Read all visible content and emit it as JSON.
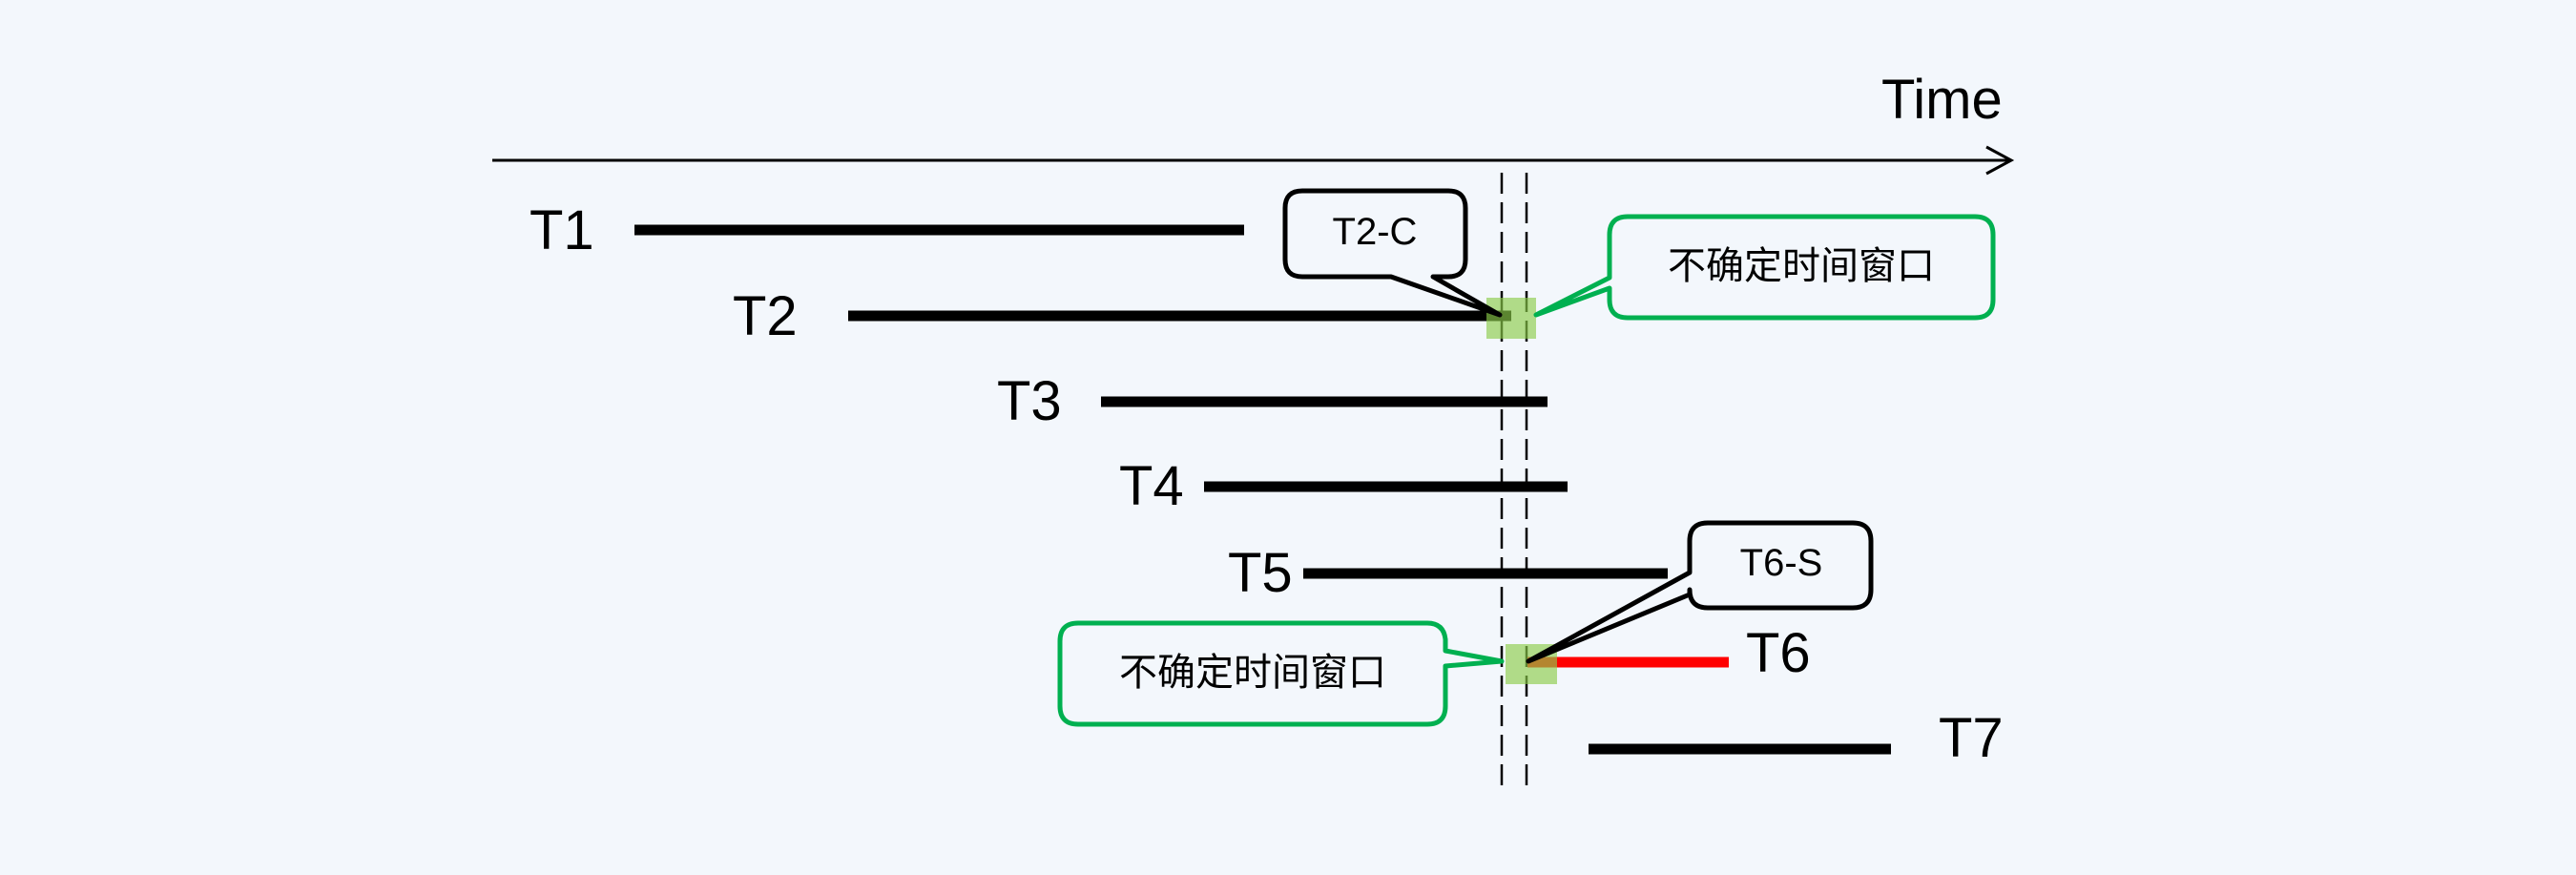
{
  "axis": {
    "label": "Time"
  },
  "colors": {
    "background": "#f3f7fc",
    "bar": "#000000",
    "highlight_bar": "#ff0000",
    "window": "#a8d97a",
    "callout_green": "#00b050",
    "callout_black": "#000000"
  },
  "transactions": [
    {
      "id": "T1",
      "label": "T1",
      "start": 665,
      "end": 1304,
      "color": "#000000"
    },
    {
      "id": "T2",
      "label": "T2",
      "start": 889,
      "end": 1584,
      "color": "#000000"
    },
    {
      "id": "T3",
      "label": "T3",
      "start": 1154,
      "end": 1622,
      "color": "#000000"
    },
    {
      "id": "T4",
      "label": "T4",
      "start": 1262,
      "end": 1643,
      "color": "#000000"
    },
    {
      "id": "T5",
      "label": "T5",
      "start": 1366,
      "end": 1748,
      "color": "#000000"
    },
    {
      "id": "T6",
      "label": "T6",
      "start": 1601,
      "end": 1812,
      "color": "#ff0000"
    },
    {
      "id": "T7",
      "label": "T7",
      "start": 1665,
      "end": 1982,
      "color": "#000000"
    }
  ],
  "callouts": {
    "t2_commit": "T2-C",
    "t6_start": "T6-S",
    "uncertain_window_top": "不确定时间窗口",
    "uncertain_window_bottom": "不确定时间窗口"
  }
}
